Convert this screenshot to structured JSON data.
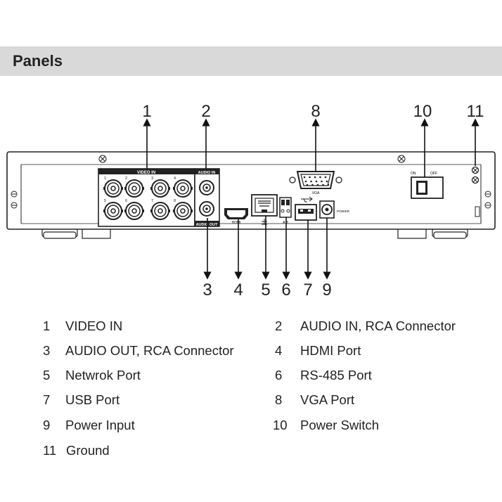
{
  "header": {
    "title": "Panels"
  },
  "callouts": {
    "top": [
      "1",
      "2",
      "8",
      "10",
      "11"
    ],
    "bottom": [
      "3",
      "4",
      "5",
      "6",
      "7",
      "9"
    ]
  },
  "port_labels": {
    "video_in": "VIDEO IN",
    "audio_in": "AUDIO IN",
    "audio_out": "AUDIO OUT",
    "hdmi": "HDMI",
    "vga": "VGA",
    "rs485": "A B",
    "on": "ON",
    "off": "OFF",
    "power": "POWER",
    "bnc_numbers": [
      "1",
      "2",
      "3",
      "4",
      "5",
      "6",
      "7",
      "8"
    ]
  },
  "legend": [
    {
      "num": "1",
      "text": "VIDEO IN"
    },
    {
      "num": "2",
      "text": "AUDIO IN, RCA Connector"
    },
    {
      "num": "3",
      "text": "AUDIO OUT, RCA Connector"
    },
    {
      "num": "4",
      "text": "HDMI Port"
    },
    {
      "num": "5",
      "text": "Netwrok Port"
    },
    {
      "num": "6",
      "text": "RS-485 Port"
    },
    {
      "num": "7",
      "text": "USB Port"
    },
    {
      "num": "8",
      "text": "VGA Port"
    },
    {
      "num": "9",
      "text": "Power Input"
    },
    {
      "num": "10",
      "text": "Power Switch"
    },
    {
      "num": "11",
      "text": "Ground"
    }
  ]
}
